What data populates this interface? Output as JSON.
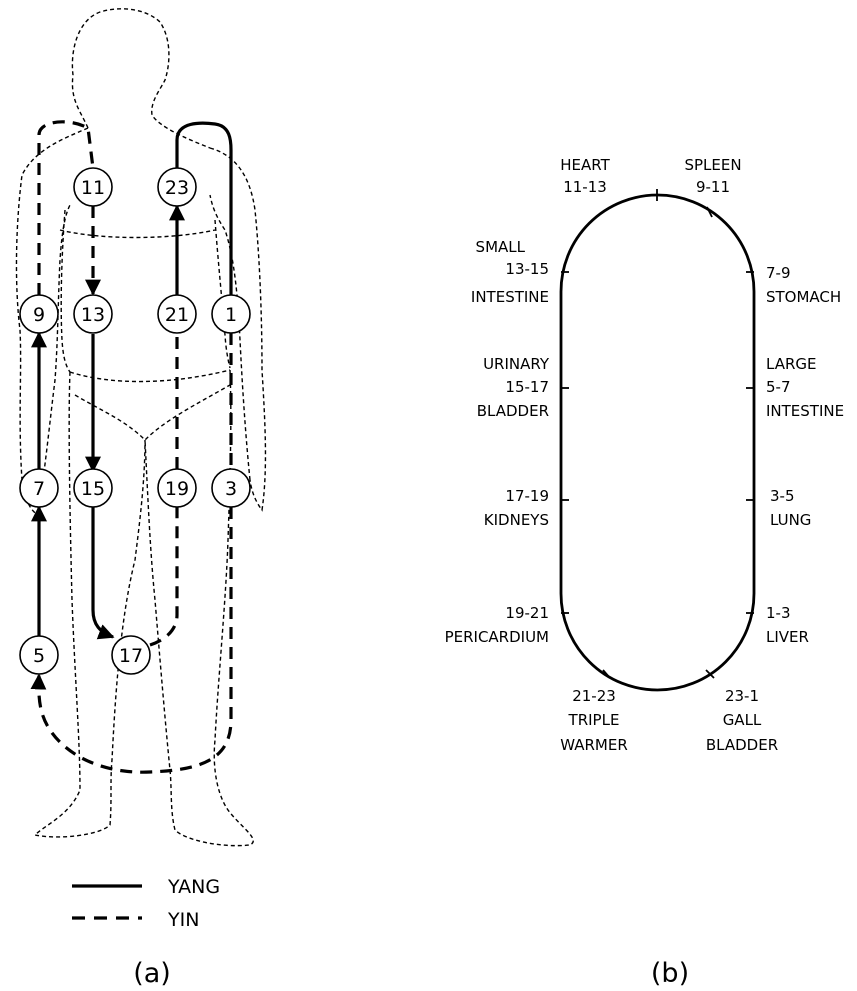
{
  "panel_a": {
    "caption": "(a)",
    "nodes": [
      "11",
      "23",
      "9",
      "13",
      "21",
      "1",
      "7",
      "15",
      "19",
      "3",
      "5",
      "17"
    ],
    "legend": [
      {
        "label": "YANG",
        "style": "solid"
      },
      {
        "label": "YIN",
        "style": "dashed"
      }
    ]
  },
  "panel_b": {
    "caption": "(b)",
    "organs": [
      {
        "time": "11-13",
        "lines": [
          "HEART"
        ]
      },
      {
        "time": "9-11",
        "lines": [
          "SPLEEN"
        ]
      },
      {
        "time": "13-15",
        "lines": [
          "SMALL",
          "INTESTINE"
        ]
      },
      {
        "time": "7-9",
        "lines": [
          "STOMACH"
        ]
      },
      {
        "time": "15-17",
        "lines": [
          "URINARY",
          "BLADDER"
        ]
      },
      {
        "time": "5-7",
        "lines": [
          "LARGE",
          "INTESTINE"
        ]
      },
      {
        "time": "17-19",
        "lines": [
          "KIDNEYS"
        ]
      },
      {
        "time": "3-5",
        "lines": [
          "LUNG"
        ]
      },
      {
        "time": "19-21",
        "lines": [
          "PERICARDIUM"
        ]
      },
      {
        "time": "1-3",
        "lines": [
          "LIVER"
        ]
      },
      {
        "time": "21-23",
        "lines": [
          "TRIPLE",
          "WARMER"
        ]
      },
      {
        "time": "23-1",
        "lines": [
          "GALL",
          "BLADDER"
        ]
      }
    ]
  }
}
